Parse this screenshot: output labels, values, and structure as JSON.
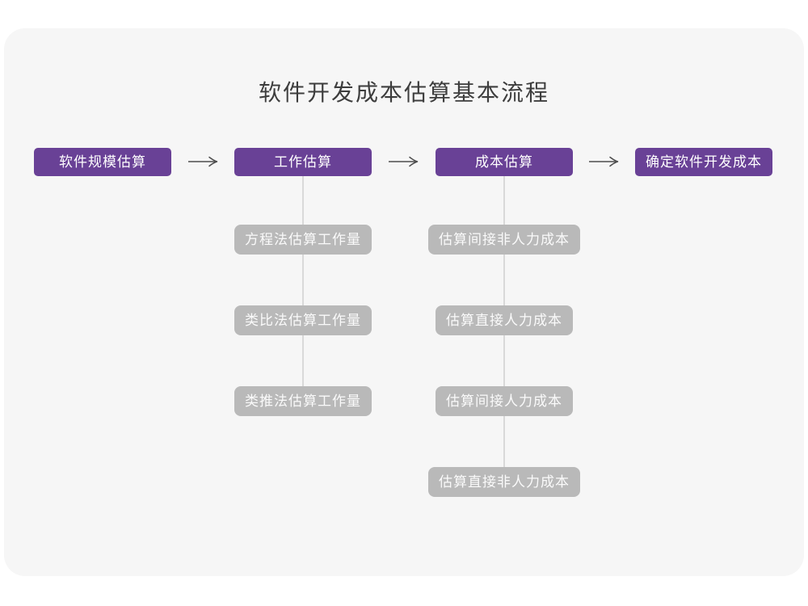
{
  "title": "软件开发成本估算基本流程",
  "colors": {
    "page_background": "#ffffff",
    "card_background": "#f6f6f6",
    "stage_background": "#694196",
    "stage_text": "#ffffff",
    "substep_background": "#b9b9b9",
    "substep_text": "#fafafa",
    "arrow": "#4d4d4d",
    "connector_line": "#d9d9d9",
    "title_text": "#3d3d3d"
  },
  "flow": {
    "stages": [
      {
        "label": "软件规模估算",
        "children": []
      },
      {
        "label": "工作估算",
        "children": [
          "方程法估算工作量",
          "类比法估算工作量",
          "类推法估算工作量"
        ]
      },
      {
        "label": "成本估算",
        "children": [
          "估算间接非人力成本",
          "估算直接人力成本",
          "估算间接人力成本",
          "估算直接非人力成本"
        ]
      },
      {
        "label": "确定软件开发成本",
        "children": []
      }
    ]
  }
}
